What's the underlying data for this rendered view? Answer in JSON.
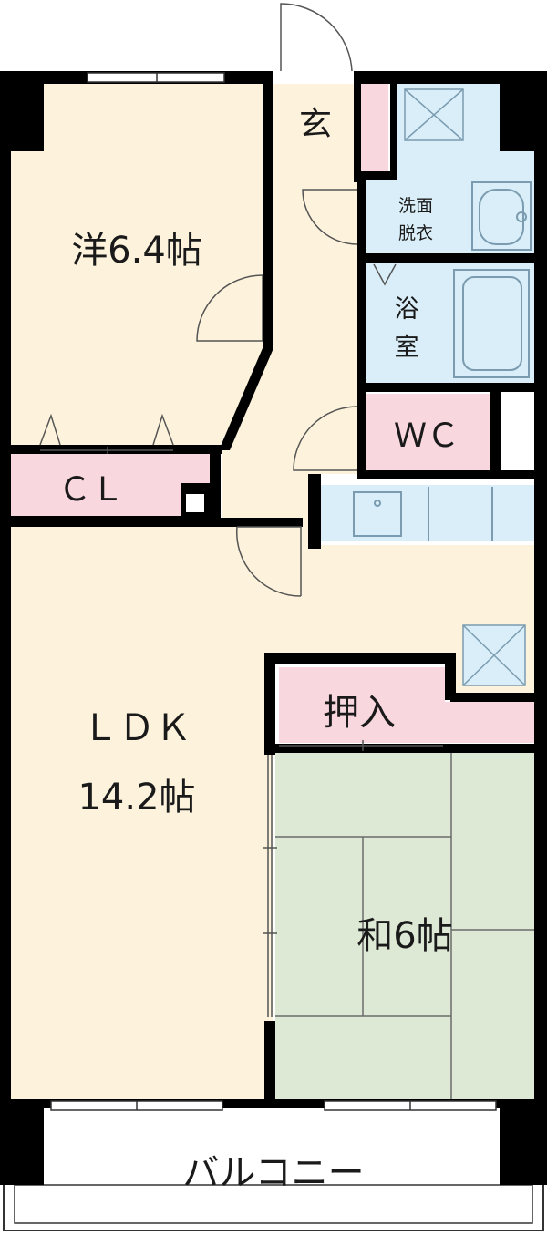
{
  "rooms": {
    "western": {
      "name": "洋6.4帖"
    },
    "closet": {
      "name": "ＣＬ"
    },
    "entrance": {
      "name": "玄"
    },
    "washroom": {
      "line1": "洗面",
      "line2": "脱衣"
    },
    "bath": {
      "line1": "浴",
      "line2": "室"
    },
    "toilet": {
      "name": "ＷＣ"
    },
    "ldk": {
      "line1": "ＬＤＫ",
      "line2": "14.2帖"
    },
    "oshiire": {
      "name": "押入"
    },
    "japanese": {
      "name": "和6帖"
    },
    "balcony": {
      "name": "バルコニー"
    }
  },
  "colors": {
    "wall": "#000000",
    "western_floor": "#fdf3dc",
    "ldk_floor": "#fdf3dc",
    "storage": "#f8d7df",
    "wet_area": "#d9eef8",
    "tatami": "#dde9d4",
    "balcony": "#ffffff"
  }
}
